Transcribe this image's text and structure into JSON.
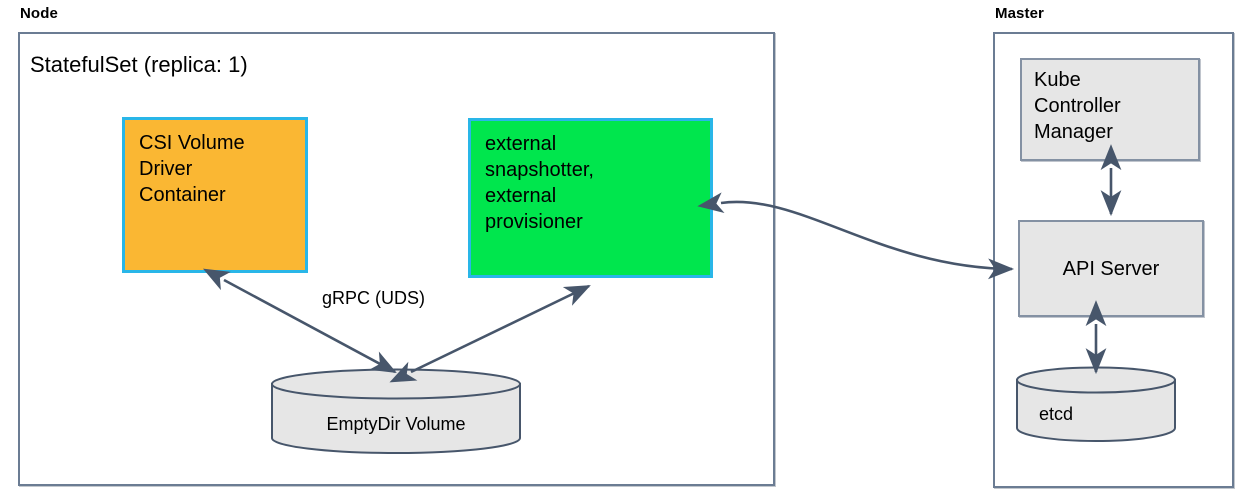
{
  "diagram": {
    "title_node": "Node",
    "title_master": "Master",
    "statefulset_label": "StatefulSet (replica: 1)",
    "colors": {
      "orange_fill": "#FAB733",
      "green_fill": "#00E64D",
      "cyan_border": "#29B6E8",
      "gray_fill": "#E6E6E6",
      "gray_border": "#8491A3",
      "edge_stroke": "#47566B",
      "container_border": "#6B7C93"
    },
    "nodes": {
      "csi_driver": "CSI Volume\nDriver\nContainer",
      "external_controllers": "external\nsnapshotter,\nexternal\nprovisioner",
      "emptydir_volume": "EmptyDir Volume",
      "kube_controller_manager": "Kube\nController\nManager",
      "api_server": "API Server",
      "etcd": "etcd"
    },
    "edges": {
      "grpc_label": "gRPC (UDS)"
    }
  }
}
